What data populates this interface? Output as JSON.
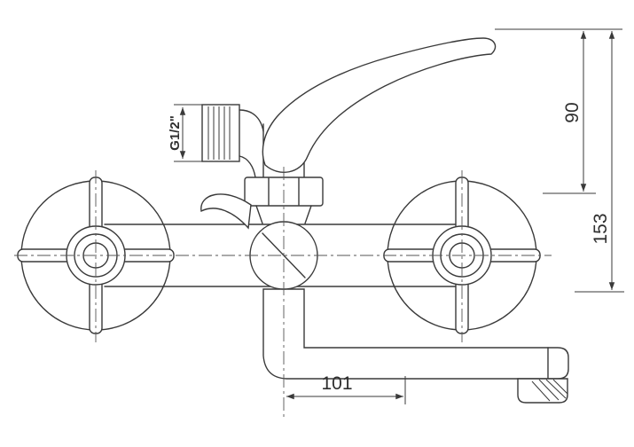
{
  "drawing": {
    "colors": {
      "line": "#3a3a3a",
      "background": "#ffffff",
      "text": "#2f2f2f"
    },
    "dimensions": {
      "thread_label": "G1/2\"",
      "height_90": "90",
      "height_153": "153",
      "width_101": "101"
    }
  }
}
